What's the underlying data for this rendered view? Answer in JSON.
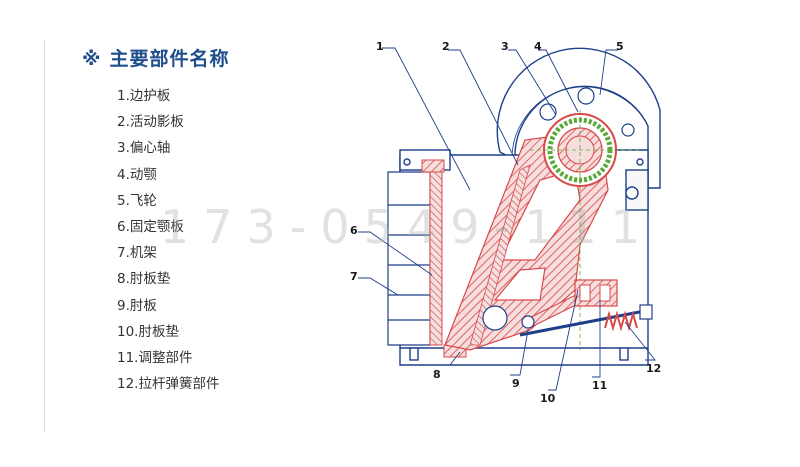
{
  "header": {
    "marker": "※",
    "title": "主要部件名称"
  },
  "parts": [
    "1.边护板",
    "2.活动影板",
    "3.偏心轴",
    "4.动颚",
    "5.飞轮",
    "6.固定颚板",
    "7.机架",
    "8.肘板垫",
    "9.肘板",
    "10.肘板垫",
    "11.调整部件",
    "12.拉杆弹簧部件"
  ],
  "watermark": "173-0549-111",
  "callouts": [
    "1",
    "2",
    "3",
    "4",
    "5",
    "6",
    "7",
    "8",
    "9",
    "10",
    "11",
    "12"
  ],
  "colors": {
    "title": "#1f4e8c",
    "line": "#1e3f8a",
    "hatch": "#d94848",
    "green": "#5aa83a"
  }
}
